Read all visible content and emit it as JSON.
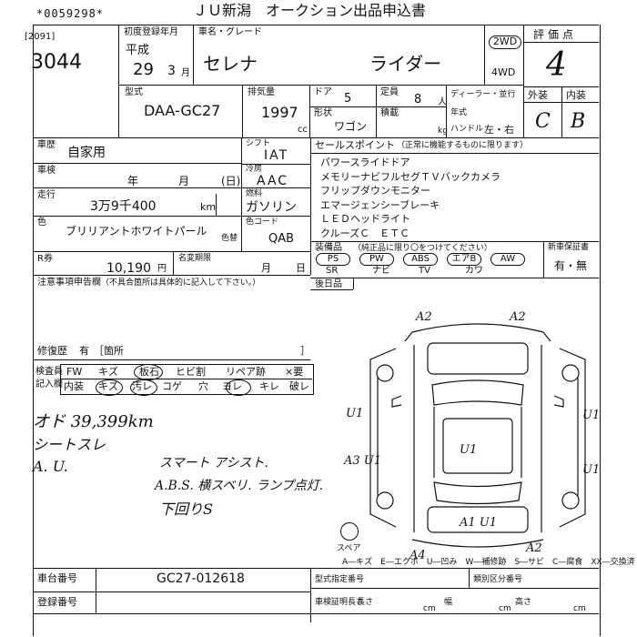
{
  "header": {
    "serial": "*0059298*",
    "title": "ＪＵ新潟　オークション出品申込書",
    "lot_code": "[2091]",
    "lot_number": "3044"
  },
  "first_reg": {
    "label": "初度登録年月",
    "era": "平成",
    "year": "29",
    "month": "3",
    "month_unit": "月"
  },
  "model_name": {
    "label": "車名・グレード",
    "name": "セレナ",
    "grade": "ライダー"
  },
  "drive": {
    "opt1": "2WD",
    "opt2": "4WD"
  },
  "score": {
    "label": "評価点",
    "value": "4",
    "exterior_label": "外装",
    "interior_label": "内装",
    "exterior": "C",
    "interior": "B"
  },
  "spec": {
    "type_label": "型式",
    "type_value": "DAA-GC27",
    "displacement_label": "排気量",
    "displacement_value": "1997",
    "displacement_unit": "cc",
    "doors_label": "ドア",
    "doors_value": "5",
    "capacity_label": "定員",
    "capacity_value": "8",
    "capacity_unit": "人",
    "shape_label": "形状",
    "shape_value": "ワゴン",
    "load_label": "積載",
    "load_unit": "kg",
    "dealer_label": "ディーラー・並行",
    "year_label": "年式",
    "handle_label": "ハンドル",
    "handle_value": "左・右"
  },
  "usage": {
    "label": "車歴",
    "value": "自家用"
  },
  "inspection": {
    "label": "車検",
    "year_unit": "年",
    "month_unit": "月",
    "day_unit": "(日)"
  },
  "mileage": {
    "label": "走行",
    "value": "3万9千400",
    "unit": "km"
  },
  "shift": {
    "label": "シフト",
    "value": "IAT"
  },
  "ac": {
    "label": "冷房",
    "value": "AAC"
  },
  "fuel": {
    "label": "燃料",
    "value": "ガソリン"
  },
  "color": {
    "label": "色",
    "value": "ブリリアントホワイトパール",
    "change_label": "色替",
    "code_label": "色コード",
    "code_value": "QAB"
  },
  "recycle": {
    "label": "R券",
    "value": "10,190",
    "unit": "円",
    "name_change_label": "名変期限",
    "month_unit": "月",
    "day_unit": "日"
  },
  "sales_points": {
    "label": "セールスポイント",
    "note": "（正常に機能するものに限ります）",
    "items": [
      "パワースライドドア",
      "メモリーナビフルセグＴＶバックカメラ",
      "フリップダウンモニター",
      "エマージェンシーブレーキ",
      "ＬＥＤヘッドライト",
      "クルーズＣ　ＥＴＣ"
    ]
  },
  "equipment": {
    "label": "装備品",
    "note": "（純正品に限り〇をつけてください）",
    "row1": [
      "PS",
      "PW",
      "ABS",
      "エアB",
      "AW"
    ],
    "row2": [
      "SR",
      "ナビ",
      "TV",
      "カワ"
    ]
  },
  "new_car_warranty": {
    "label": "新車保証書",
    "value": "有・無"
  },
  "cautions": {
    "label": "注意事項申告欄",
    "note": "（不具合箇所は具体的に記入して下さい。）"
  },
  "repair_history": {
    "label": "修復歴",
    "value": "有",
    "bracket_open": "［箇所",
    "bracket_close": "］"
  },
  "back_seat_label": "後日品",
  "inspector_label": "検査員",
  "notes_label": "記入欄",
  "check_row1": [
    "FW",
    "キズ",
    "板石",
    "ヒビ割",
    "リペア跡",
    "×要"
  ],
  "check_row2": [
    "内装",
    "キズ",
    "汚レ",
    "コゲ",
    "穴",
    "ヨレ",
    "キレ",
    "破レ"
  ],
  "handwritten": {
    "odo": "オド 39,399km",
    "seat": "シートスレ",
    "au": "A. U.",
    "smart": "スマート アシスト.",
    "abs_line": "A.B.S. 横スベリ. ランプ点灯.",
    "under": "下回りS"
  },
  "diagram": {
    "labels": [
      "A2",
      "A2",
      "U1",
      "U1",
      "A3 U1",
      "U1",
      "U1",
      "A1 U1",
      "A4",
      "A2"
    ],
    "spare_label": "スペア",
    "legend": "A―キズ　E―エクボ　U―凹み　W―補修跡　S―サビ　C―腐食　XX―交換済"
  },
  "chassis": {
    "label": "車台番号",
    "value": "GC27-012618"
  },
  "registration": {
    "label": "登録番号"
  },
  "bottom_labels": [
    "型式指定番号",
    "類別区分番号",
    "車検証明長さ",
    "長さ",
    "cm",
    "幅",
    "cm",
    "高さ",
    "cm"
  ]
}
